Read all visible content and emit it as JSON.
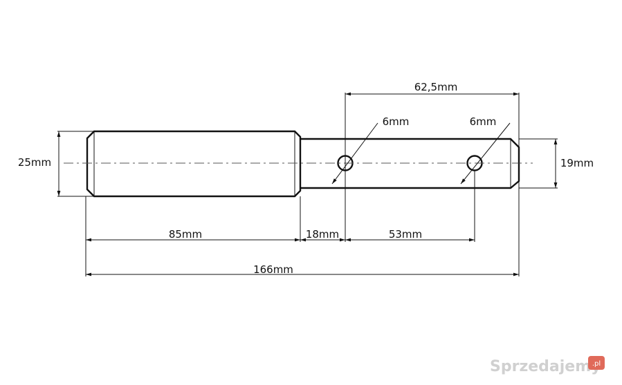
{
  "dimensions": {
    "overall_length": "166mm",
    "thick_length": "85mm",
    "thin_length_to_first_hole": "18mm",
    "hole_to_hole": "53mm",
    "hole_spacing_top": "62,5mm",
    "hole1_diameter": "6mm",
    "hole2_diameter": "6mm",
    "thick_diameter": "25mm",
    "thin_diameter": "19mm"
  },
  "watermark": {
    "text": "Sprzedajemy",
    "suffix": ".pl"
  }
}
